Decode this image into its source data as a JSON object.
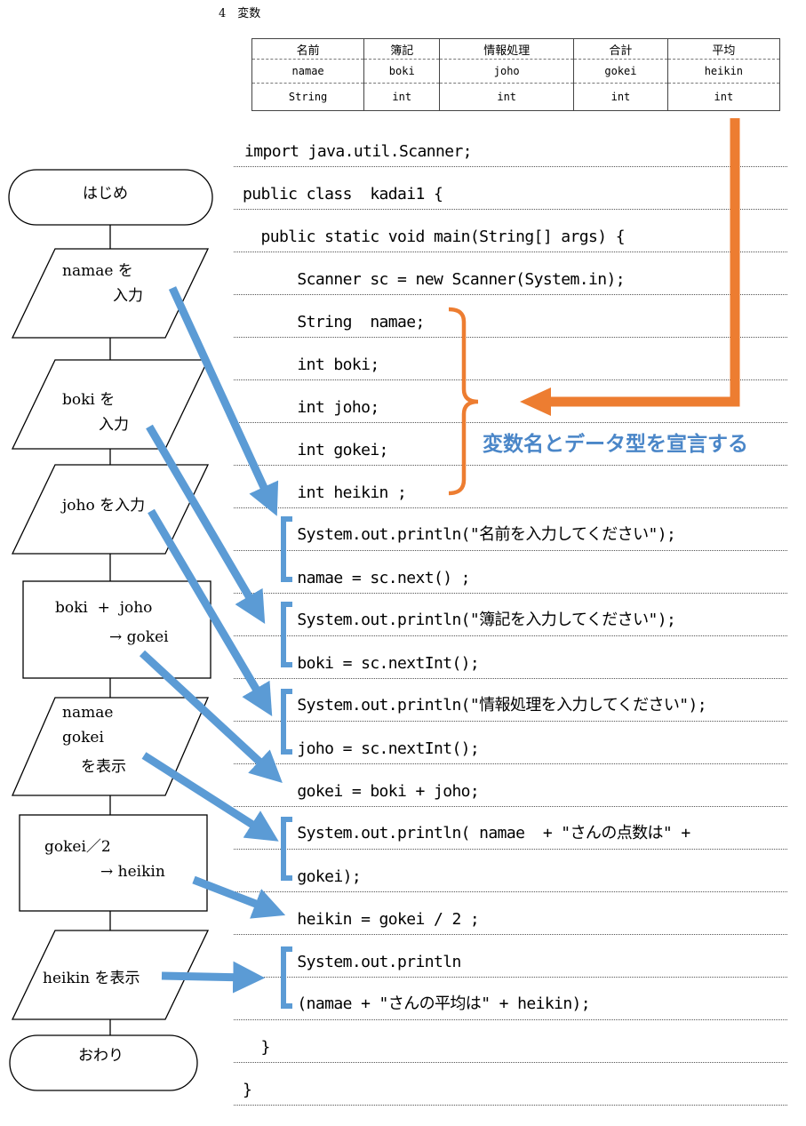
{
  "header": {
    "chapter": "4　変数"
  },
  "table": {
    "rows": [
      [
        "名前",
        "簿記",
        "情報処理",
        "合計",
        "平均"
      ],
      [
        "namae",
        "boki",
        "joho",
        "gokei",
        "heikin"
      ],
      [
        "String",
        "int",
        "int",
        "int",
        "int"
      ]
    ]
  },
  "code": {
    "lines": [
      "import java.util.Scanner;",
      "public class  kadai1 {",
      "  public static void main(String[] args) {",
      "      Scanner sc = new Scanner(System.in);",
      "      String  namae;",
      "      int boki;",
      "      int joho;",
      "      int gokei;",
      "      int heikin ;",
      "      System.out.println(\"名前を入力してください\");",
      "      namae = sc.next() ;",
      "      System.out.println(\"簿記を入力してください\");",
      "      boki = sc.nextInt();",
      "      System.out.println(\"情報処理を入力してください\");",
      "      joho = sc.nextInt();",
      "      gokei = boki + joho;",
      "      System.out.println( namae  + \"さんの点数は\" +",
      "      gokei);",
      "      heikin = gokei / 2 ;",
      "      System.out.println",
      "      (namae + \"さんの平均は\" + heikin);",
      "  }",
      "}"
    ]
  },
  "annotation": "変数名とデータ型を宣言する",
  "flowchart": {
    "start": "はじめ",
    "input_namae": [
      "namae を",
      "　入力"
    ],
    "input_boki": [
      "boki を",
      "　入力"
    ],
    "input_joho": "joho を入力",
    "process_sum": [
      "boki  +  joho",
      "　→ gokei"
    ],
    "output_namae": [
      "namae",
      "gokei",
      "　を表示"
    ],
    "process_avg": [
      "gokei／2",
      "　→ heikin"
    ],
    "output_heikin": "heikin を表示",
    "end": "おわり"
  },
  "colors": {
    "blue_arrow": "#5b9bd5",
    "orange": "#ed7d31",
    "annotation": "#4a86c8"
  }
}
